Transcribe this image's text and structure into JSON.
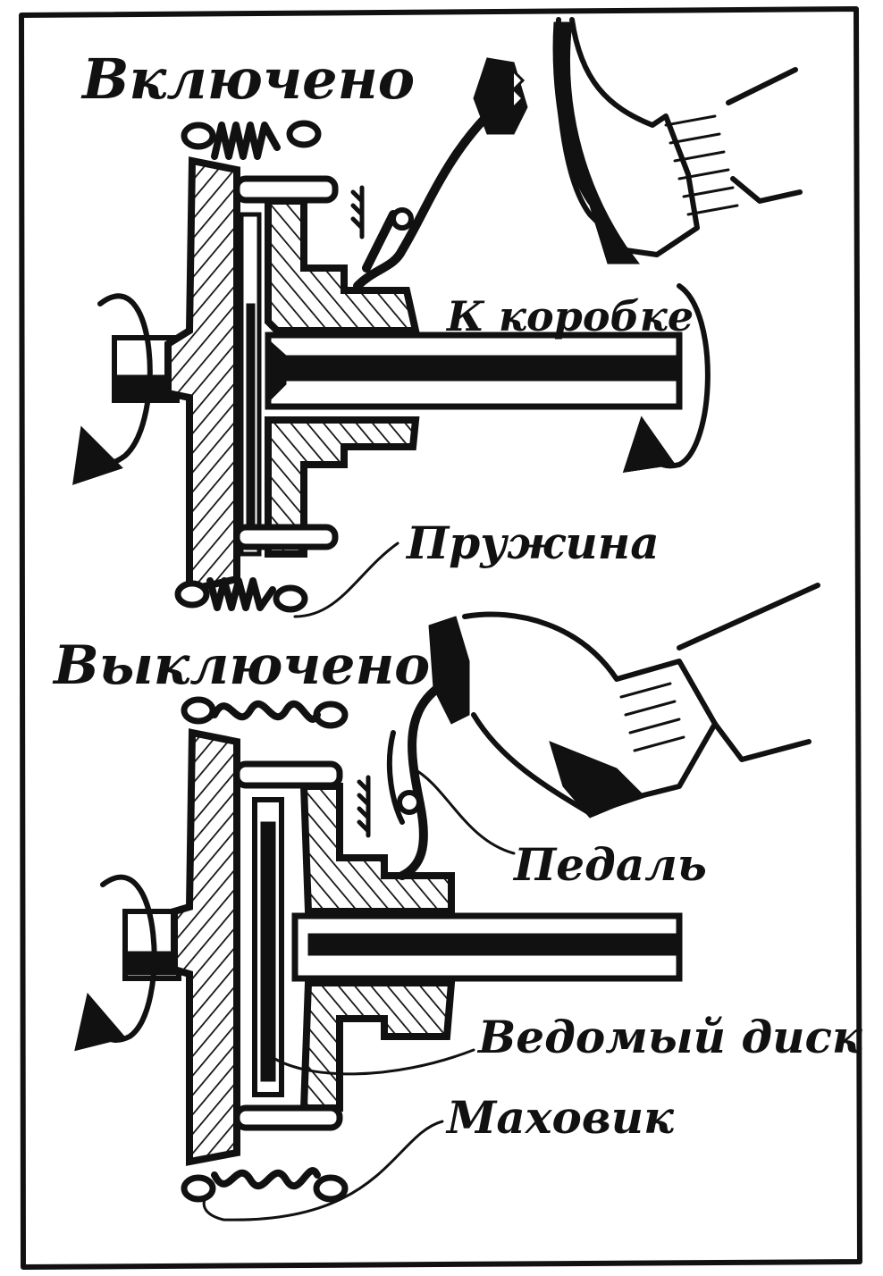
{
  "figure": {
    "subject": "clutch-operation",
    "ink_color": "#111111",
    "paper_color": "#ffffff",
    "panels": [
      {
        "id": "engaged",
        "title": "Включено",
        "labels": {
          "shaft": "К коробке",
          "spring": "Пружина"
        }
      },
      {
        "id": "disengaged",
        "title": "Выключено",
        "labels": {
          "pedal": "Педаль",
          "driven_disc": "Ведомый диск",
          "flywheel": "Маховик"
        }
      }
    ]
  }
}
